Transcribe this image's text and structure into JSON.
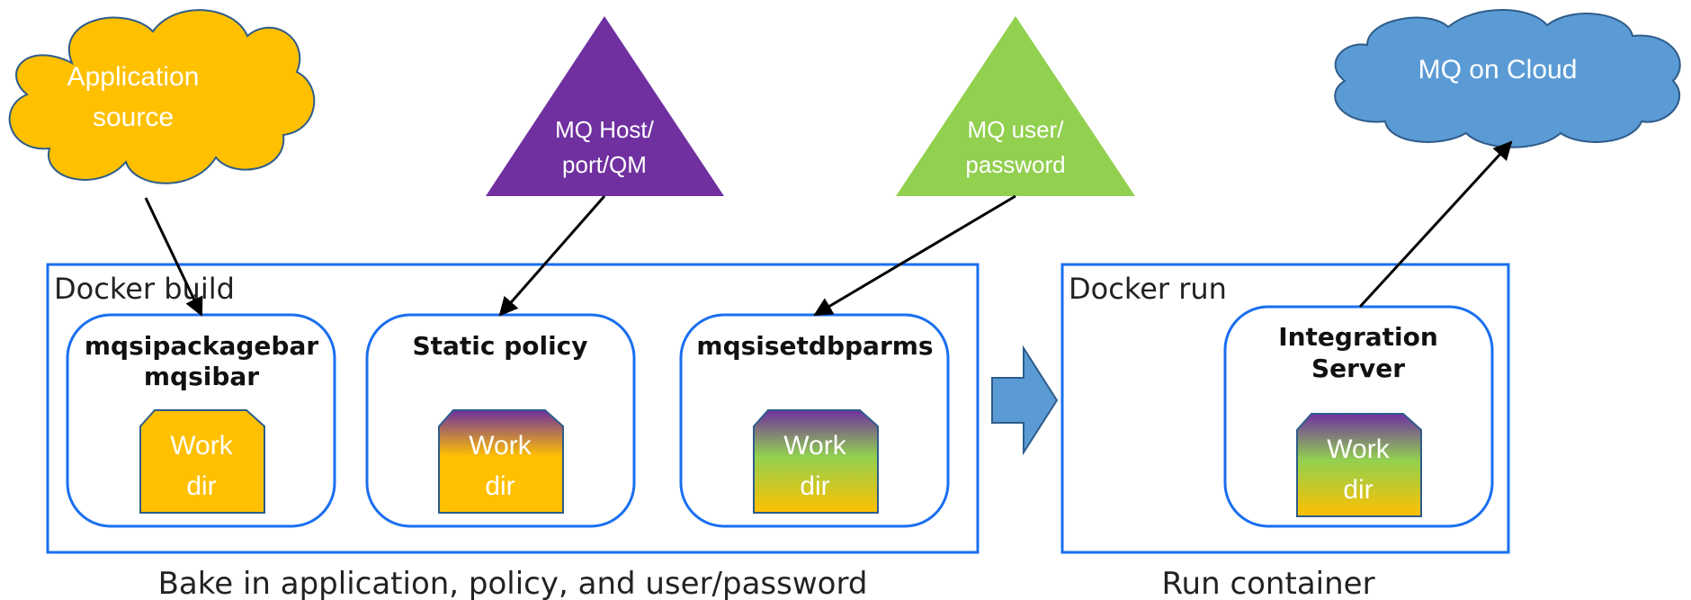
{
  "sources": {
    "application": {
      "line1": "Application",
      "line2": "source"
    },
    "mq_host": {
      "line1": "MQ Host/",
      "line2": "port/QM"
    },
    "mq_user": {
      "line1": "MQ user/",
      "line2": "password"
    },
    "mq_cloud": {
      "label": "MQ on Cloud"
    }
  },
  "docker_build": {
    "title": "Docker build",
    "caption": "Bake in application, policy, and user/password",
    "steps": [
      {
        "line1": "mqsipackagebar",
        "line2": "mqsibar",
        "work_line1": "Work",
        "work_line2": "dir"
      },
      {
        "line1": "Static policy",
        "work_line1": "Work",
        "work_line2": "dir"
      },
      {
        "line1": "mqsisetdbparms",
        "work_line1": "Work",
        "work_line2": "dir"
      }
    ]
  },
  "docker_run": {
    "title": "Docker run",
    "caption": "Run container",
    "server": {
      "line1": "Integration",
      "line2": "Server",
      "work_line1": "Work",
      "work_line2": "dir"
    }
  },
  "colors": {
    "orange": "#FFC000",
    "purple": "#7030A0",
    "green": "#92D050",
    "blue": "#5B9BD5",
    "frame": "#1A6FF0"
  }
}
